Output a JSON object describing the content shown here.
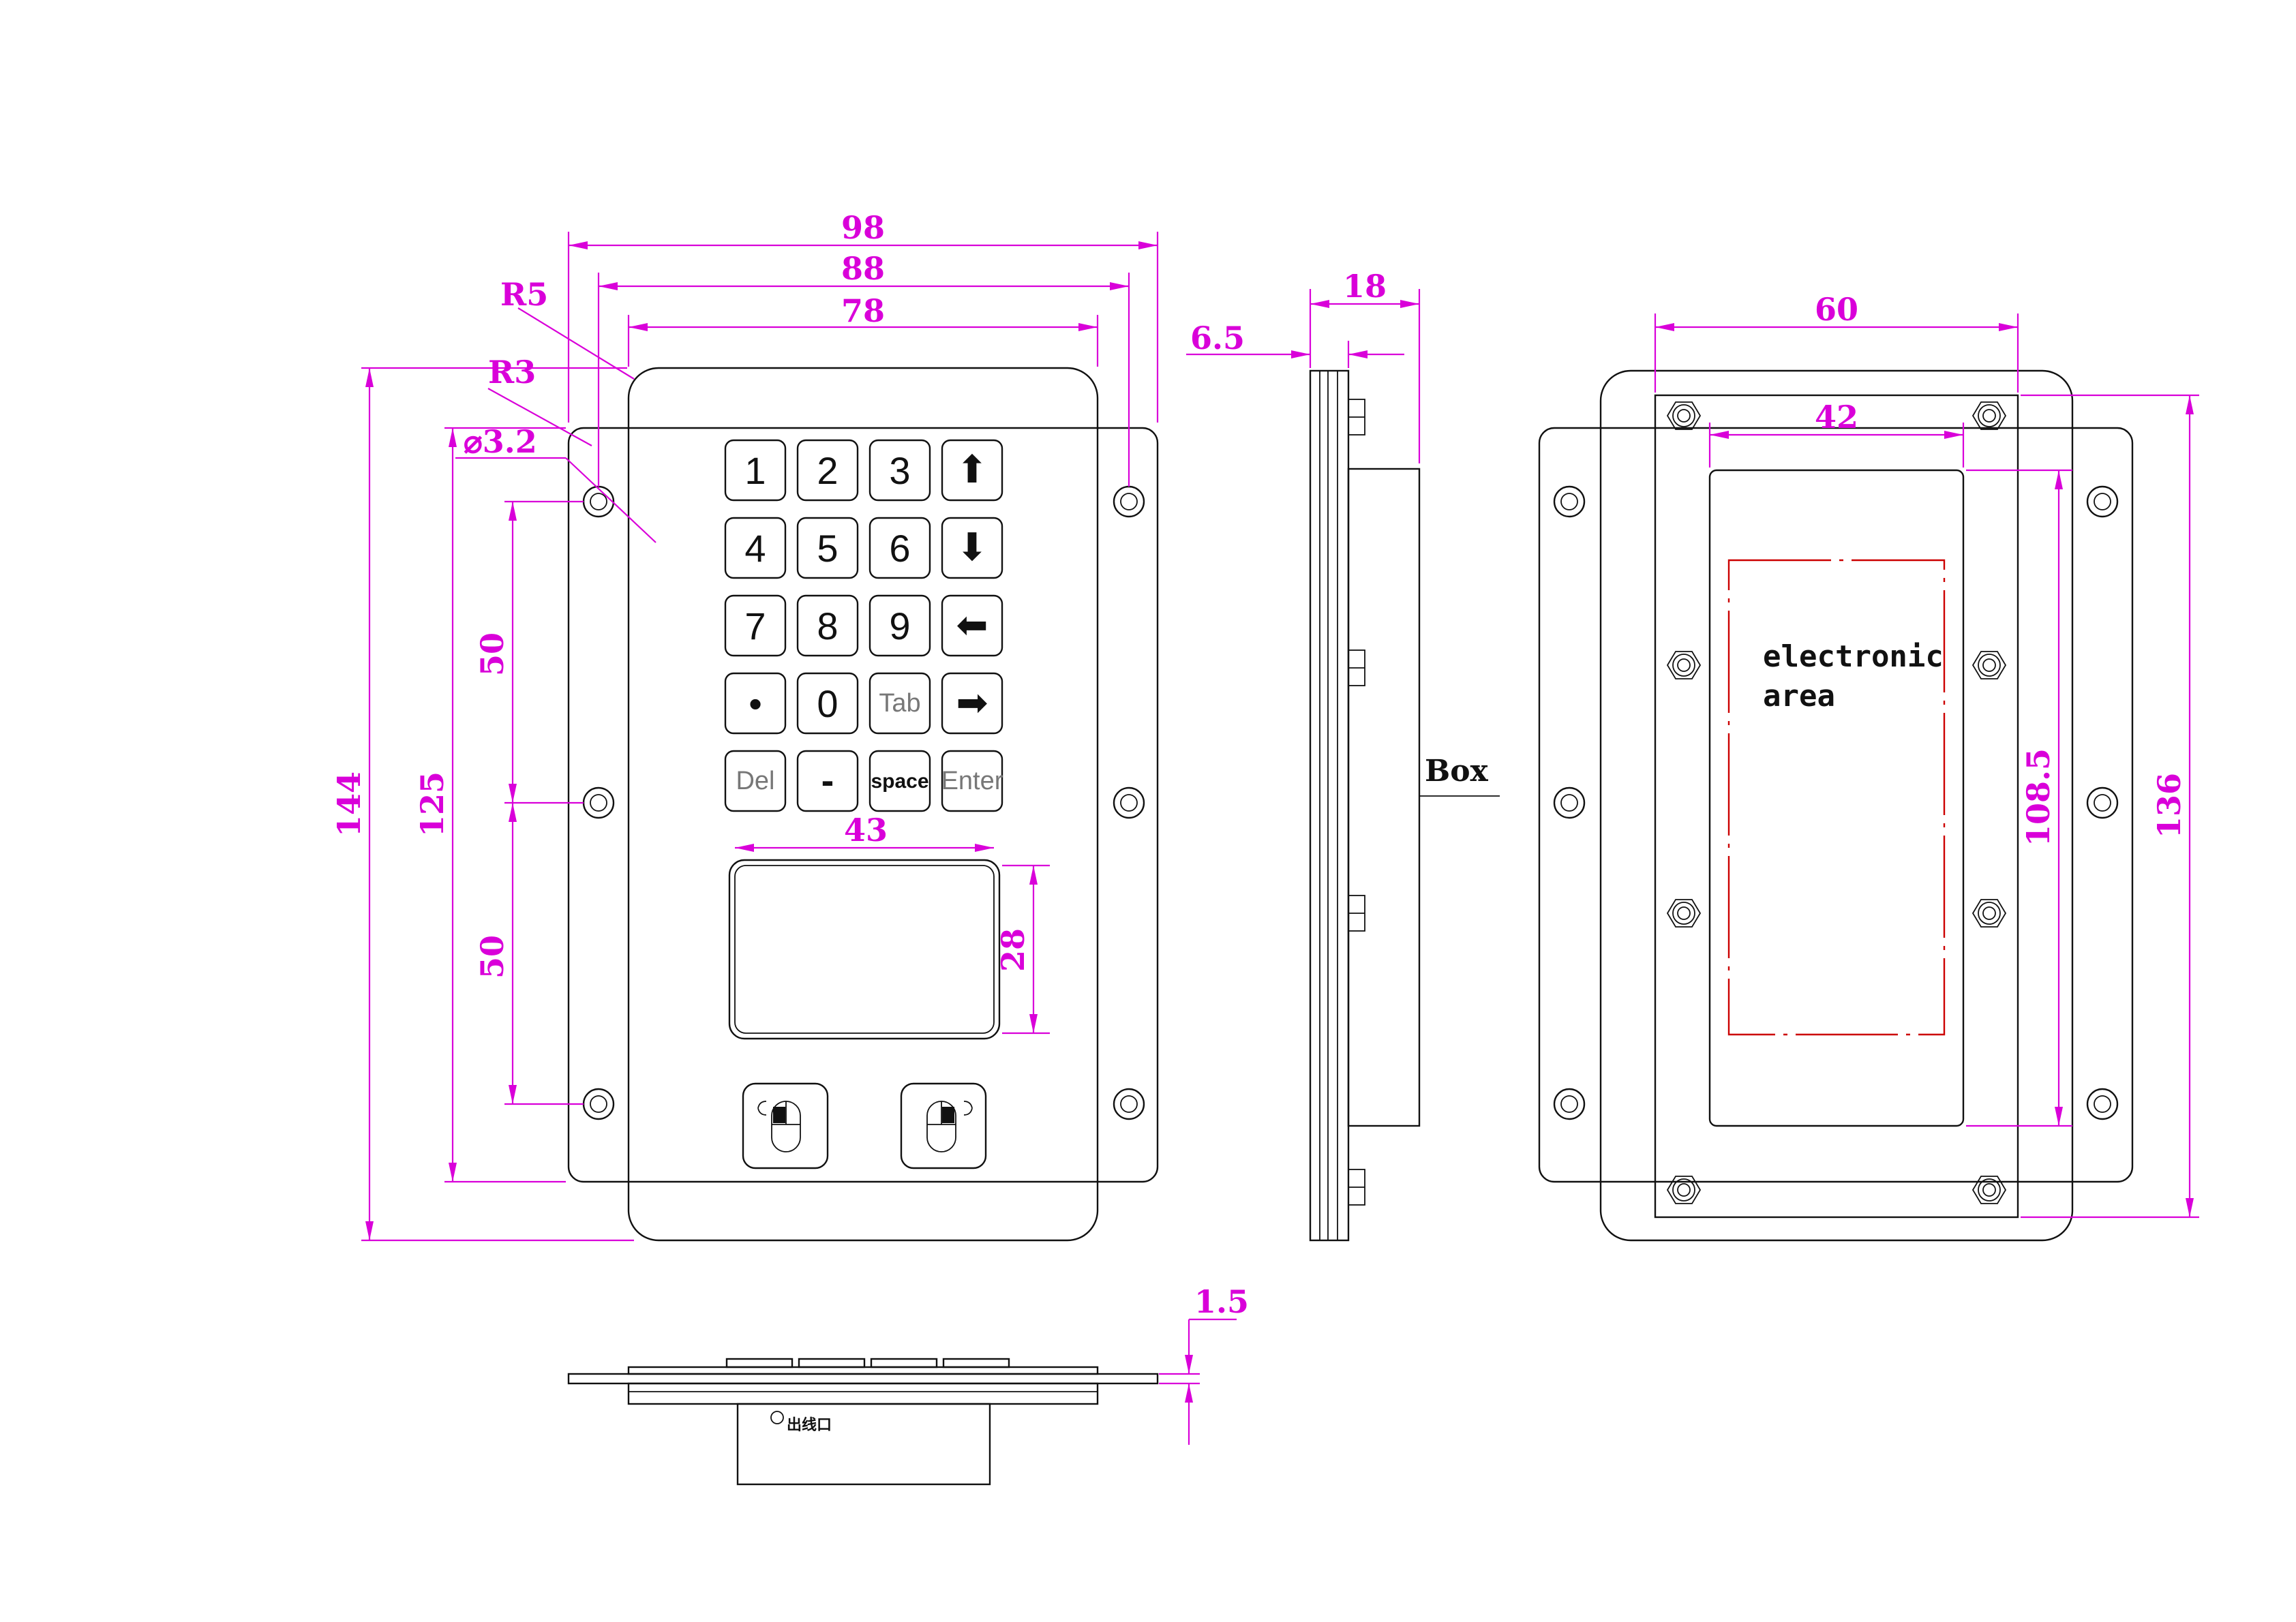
{
  "dimensions": {
    "width_98": "98",
    "width_88": "88",
    "width_78": "78",
    "radius_r5": "R5",
    "radius_r3": "R3",
    "hole_dia": "⌀3.2",
    "height_144": "144",
    "height_125": "125",
    "pitch_50_top": "50",
    "pitch_50_bottom": "50",
    "touchpad_43": "43",
    "touchpad_28": "28",
    "side_18": "18",
    "side_6_5": "6.5",
    "rear_60": "60",
    "rear_42": "42",
    "rear_108_5": "108.5",
    "rear_136": "136",
    "bottom_1_5": "1.5"
  },
  "keypad": {
    "rows": [
      [
        "1",
        "2",
        "3",
        "⬆"
      ],
      [
        "4",
        "5",
        "6",
        "⬇"
      ],
      [
        "7",
        "8",
        "9",
        "⬅"
      ],
      [
        "•",
        "0",
        "Tab",
        "➡"
      ],
      [
        "Del",
        "-",
        "space",
        "Enter"
      ]
    ]
  },
  "labels": {
    "box": "Box",
    "electronic_line1": "electronic",
    "electronic_line2": "area",
    "cable_exit": "出线口"
  },
  "colors": {
    "dimension": "#d900d9",
    "outline": "#111111",
    "electronic_area": "#cc0000"
  }
}
